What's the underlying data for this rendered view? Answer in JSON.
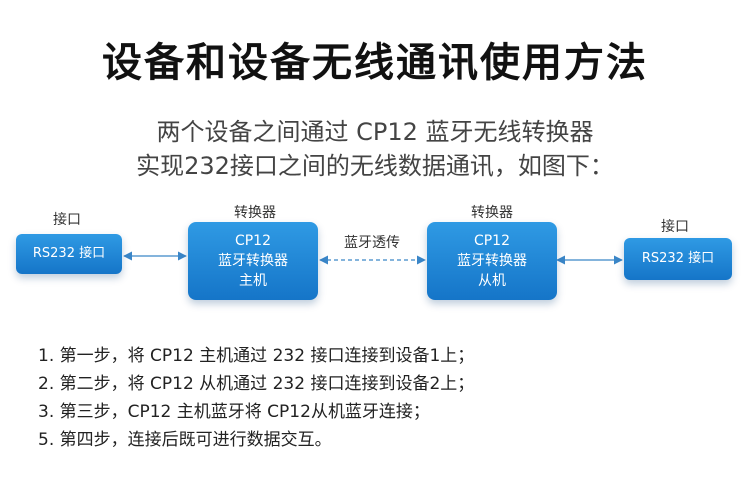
{
  "title": "设备和设备无线通讯使用方法",
  "subtitle": {
    "line1": "两个设备之间通过 CP12 蓝牙无线转换器",
    "line2": "实现232接口之间的无线数据通讯，如图下："
  },
  "diagram": {
    "left_interface": {
      "caption": "接口",
      "label": "RS232 接口"
    },
    "master": {
      "caption": "转换器",
      "lines": [
        "CP12",
        "蓝牙转换器",
        "主机"
      ]
    },
    "link_label": "蓝牙透传",
    "slave": {
      "caption": "转换器",
      "lines": [
        "CP12",
        "蓝牙转换器",
        "从机"
      ]
    },
    "right_interface": {
      "caption": "接口",
      "label": "RS232 接口"
    }
  },
  "steps": [
    "1. 第一步，将 CP12 主机通过 232 接口连接到设备1上；",
    "2. 第二步，将 CP12 从机通过 232 接口连接到设备2上；",
    "3. 第三步，CP12 主机蓝牙将 CP12从机蓝牙连接；",
    "5. 第四步，连接后既可进行数据交互。"
  ],
  "colors": {
    "box_top": "#2f9ae4",
    "box_bottom": "#1575c8",
    "arrow": "#3a86c8"
  }
}
